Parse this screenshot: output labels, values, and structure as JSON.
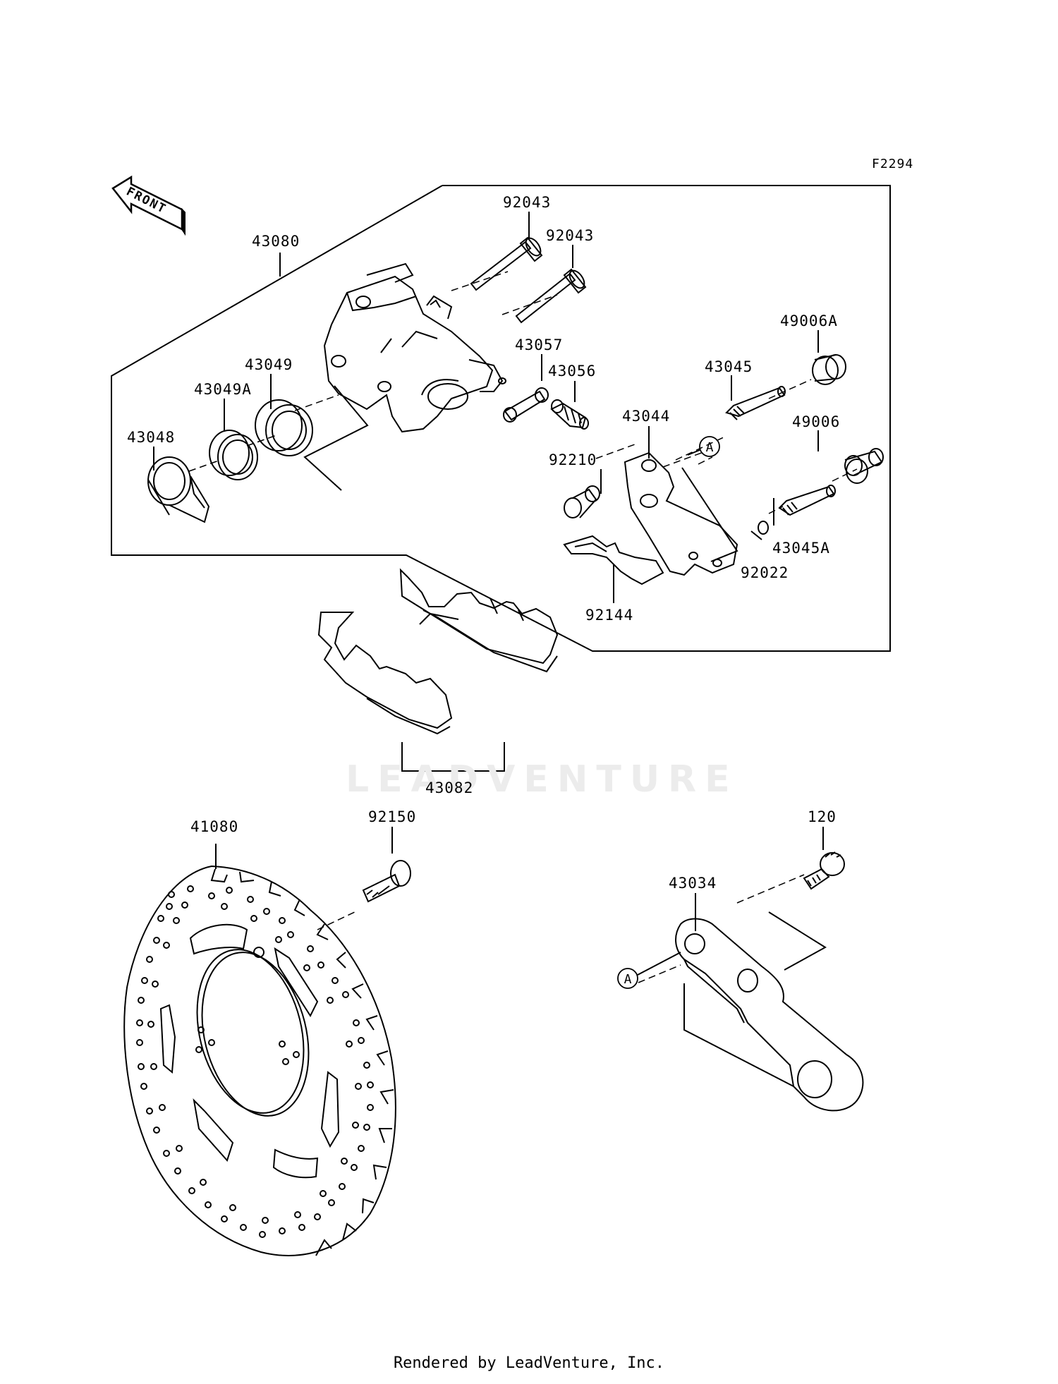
{
  "diagram_code": "F2294",
  "front_label": "FRONT",
  "callout": "A",
  "watermark": "LEADVENTURE",
  "footer": "Rendered by LeadVenture, Inc.",
  "parts": {
    "p43080": "43080",
    "p92043a": "92043",
    "p92043b": "92043",
    "p43057": "43057",
    "p43056": "43056",
    "p43049": "43049",
    "p43049a": "43049A",
    "p43048": "43048",
    "p43044": "43044",
    "p43045": "43045",
    "p49006a": "49006A",
    "p49006": "49006",
    "p92210": "92210",
    "p43045a": "43045A",
    "p92022": "92022",
    "p92144": "92144",
    "p43082": "43082",
    "p41080": "41080",
    "p92150": "92150",
    "p120": "120",
    "p43034": "43034"
  }
}
